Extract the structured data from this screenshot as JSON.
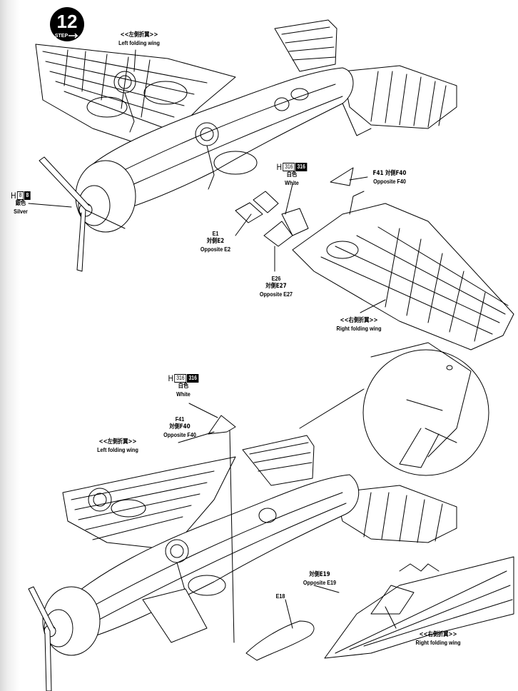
{
  "step": {
    "number": "12",
    "label": "STEP"
  },
  "top": {
    "left_wing": {
      "cn": "<<左側折翼>>",
      "en": "Left folding wing"
    },
    "right_wing": {
      "cn": "<<右側折翼>>",
      "en": "Right folding wing"
    },
    "silver_paint": {
      "code": "H",
      "num1": "8",
      "num2": "8",
      "cn": "銀色",
      "en": "Silver"
    },
    "white_paint": {
      "code": "H",
      "num1": "316",
      "num2": "316",
      "cn": "白色",
      "en": "White"
    },
    "part_e1": {
      "line1": "E1",
      "line2": "対側E2",
      "line3": "Opposite E2"
    },
    "part_e26": {
      "line1": "E26",
      "line2": "対側E27",
      "line3": "Opposite E27"
    },
    "part_f41": {
      "line1": "F41 対側F40",
      "line2": "Opposite F40"
    }
  },
  "bottom": {
    "left_wing": {
      "cn": "<<左側折翼>>",
      "en": "Left folding wing"
    },
    "right_wing": {
      "cn": "<<右側折翼>>",
      "en": "Right folding wing"
    },
    "white_paint": {
      "code": "H",
      "num1": "316",
      "num2": "316",
      "cn": "白色",
      "en": "White"
    },
    "part_f41": {
      "line1": "F41",
      "line2": "対側F40",
      "line3": "Opposite F40"
    },
    "part_e19": {
      "line1": "対側E19",
      "line2": "Opposite E19"
    },
    "part_e18": {
      "line1": "E18"
    }
  }
}
